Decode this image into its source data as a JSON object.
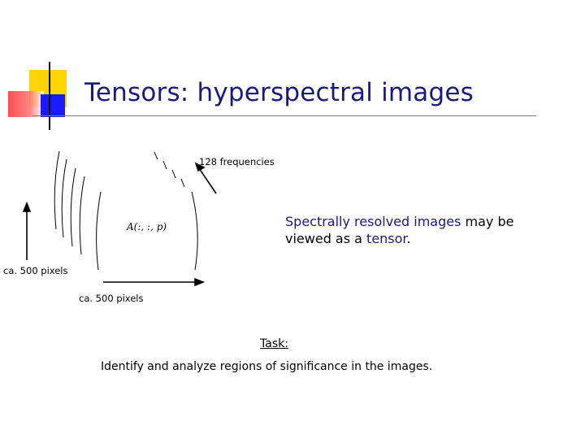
{
  "slide": {
    "title": "Tensors: hyperspectral images"
  },
  "diagram": {
    "frequency_label": "128 frequencies",
    "pixels_vertical_label": "ca. 500 pixels",
    "pixels_horizontal_label": "ca. 500 pixels",
    "matrix_label": "A(:, :, p)"
  },
  "description": {
    "part1": "Spectrally resolved images",
    "part2": " may be viewed as a ",
    "part3": "tensor",
    "part4": "."
  },
  "task": {
    "label": "Task:",
    "text": "Identify and analyze regions of significance in the images."
  }
}
